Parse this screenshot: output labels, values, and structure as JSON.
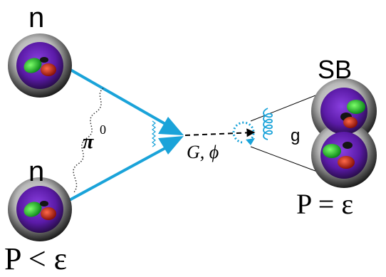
{
  "labels": {
    "top_particle": "n",
    "bottom_particle": "n",
    "pion": "π",
    "pion_superscript": "0",
    "exchange": "G, ϕ",
    "gluon": "g",
    "bound_state": "SB",
    "condition_left": "P < ε",
    "condition_right": "P = ε"
  },
  "colors": {
    "beam": "#1aa3d9",
    "shell_dark": "#2a2a2a",
    "shell_light": "#d8d8d8",
    "core_purple": "#6a1fb3",
    "quark_green": "#22cc22",
    "quark_red": "#d62b1f",
    "quark_dark": "#151515"
  }
}
